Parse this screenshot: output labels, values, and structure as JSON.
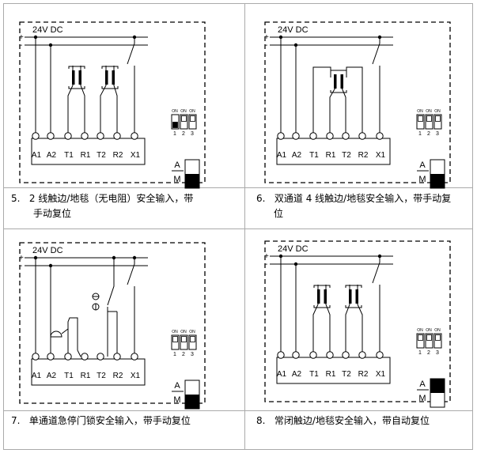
{
  "panels": [
    {
      "voltage_label": "24V DC",
      "plus": "+",
      "minus": "-",
      "terminals": [
        "A1",
        "A2",
        "T1",
        "R1",
        "T2",
        "R2",
        "X1"
      ],
      "dip_on": [
        "ON",
        "ON",
        "ON"
      ],
      "dip_num": [
        "1",
        "2",
        "3"
      ],
      "dip_state": [
        1,
        0,
        0
      ],
      "am_top": "A",
      "am_bottom": "M",
      "am_mode": "M",
      "caption_number": "5.",
      "caption_line1": "2 线触边/地毯（无电阻）安全输入，带",
      "caption_line2": "手动复位"
    },
    {
      "voltage_label": "24V DC",
      "plus": "+",
      "minus": "-",
      "terminals": [
        "A1",
        "A2",
        "T1",
        "R1",
        "T2",
        "R2",
        "X1"
      ],
      "dip_on": [
        "ON",
        "ON",
        "ON"
      ],
      "dip_num": [
        "1",
        "2",
        "3"
      ],
      "dip_state": [
        0,
        0,
        0
      ],
      "am_top": "A",
      "am_bottom": "M",
      "am_mode": "M",
      "caption_number": "6.",
      "caption_line1": "双通道 4 线触边/地毯安全输入，带手动复",
      "caption_line2": "位"
    },
    {
      "voltage_label": "24V DC",
      "plus": "+",
      "minus": "-",
      "terminals": [
        "A1",
        "A2",
        "T1",
        "R1",
        "T2",
        "R2",
        "X1"
      ],
      "dip_on": [
        "ON",
        "ON",
        "ON"
      ],
      "dip_num": [
        "1",
        "2",
        "3"
      ],
      "dip_state": [
        0,
        0,
        0
      ],
      "am_top": "A",
      "am_bottom": "M",
      "am_mode": "M",
      "caption_number": "7.",
      "caption_line1": "单通道急停门锁安全输入，带手动复位",
      "caption_line2": ""
    },
    {
      "voltage_label": "24V DC",
      "plus": "+",
      "minus": "-",
      "terminals": [
        "A1",
        "A2",
        "T1",
        "R1",
        "T2",
        "R2",
        "X1"
      ],
      "dip_on": [
        "ON",
        "ON",
        "ON"
      ],
      "dip_num": [
        "1",
        "2",
        "3"
      ],
      "dip_state": [
        0,
        0,
        0
      ],
      "am_top": "A",
      "am_bottom": "M",
      "am_mode": "A",
      "caption_number": "8.",
      "caption_line1": "常闭触边/地毯安全输入，带自动复位",
      "caption_line2": ""
    }
  ]
}
